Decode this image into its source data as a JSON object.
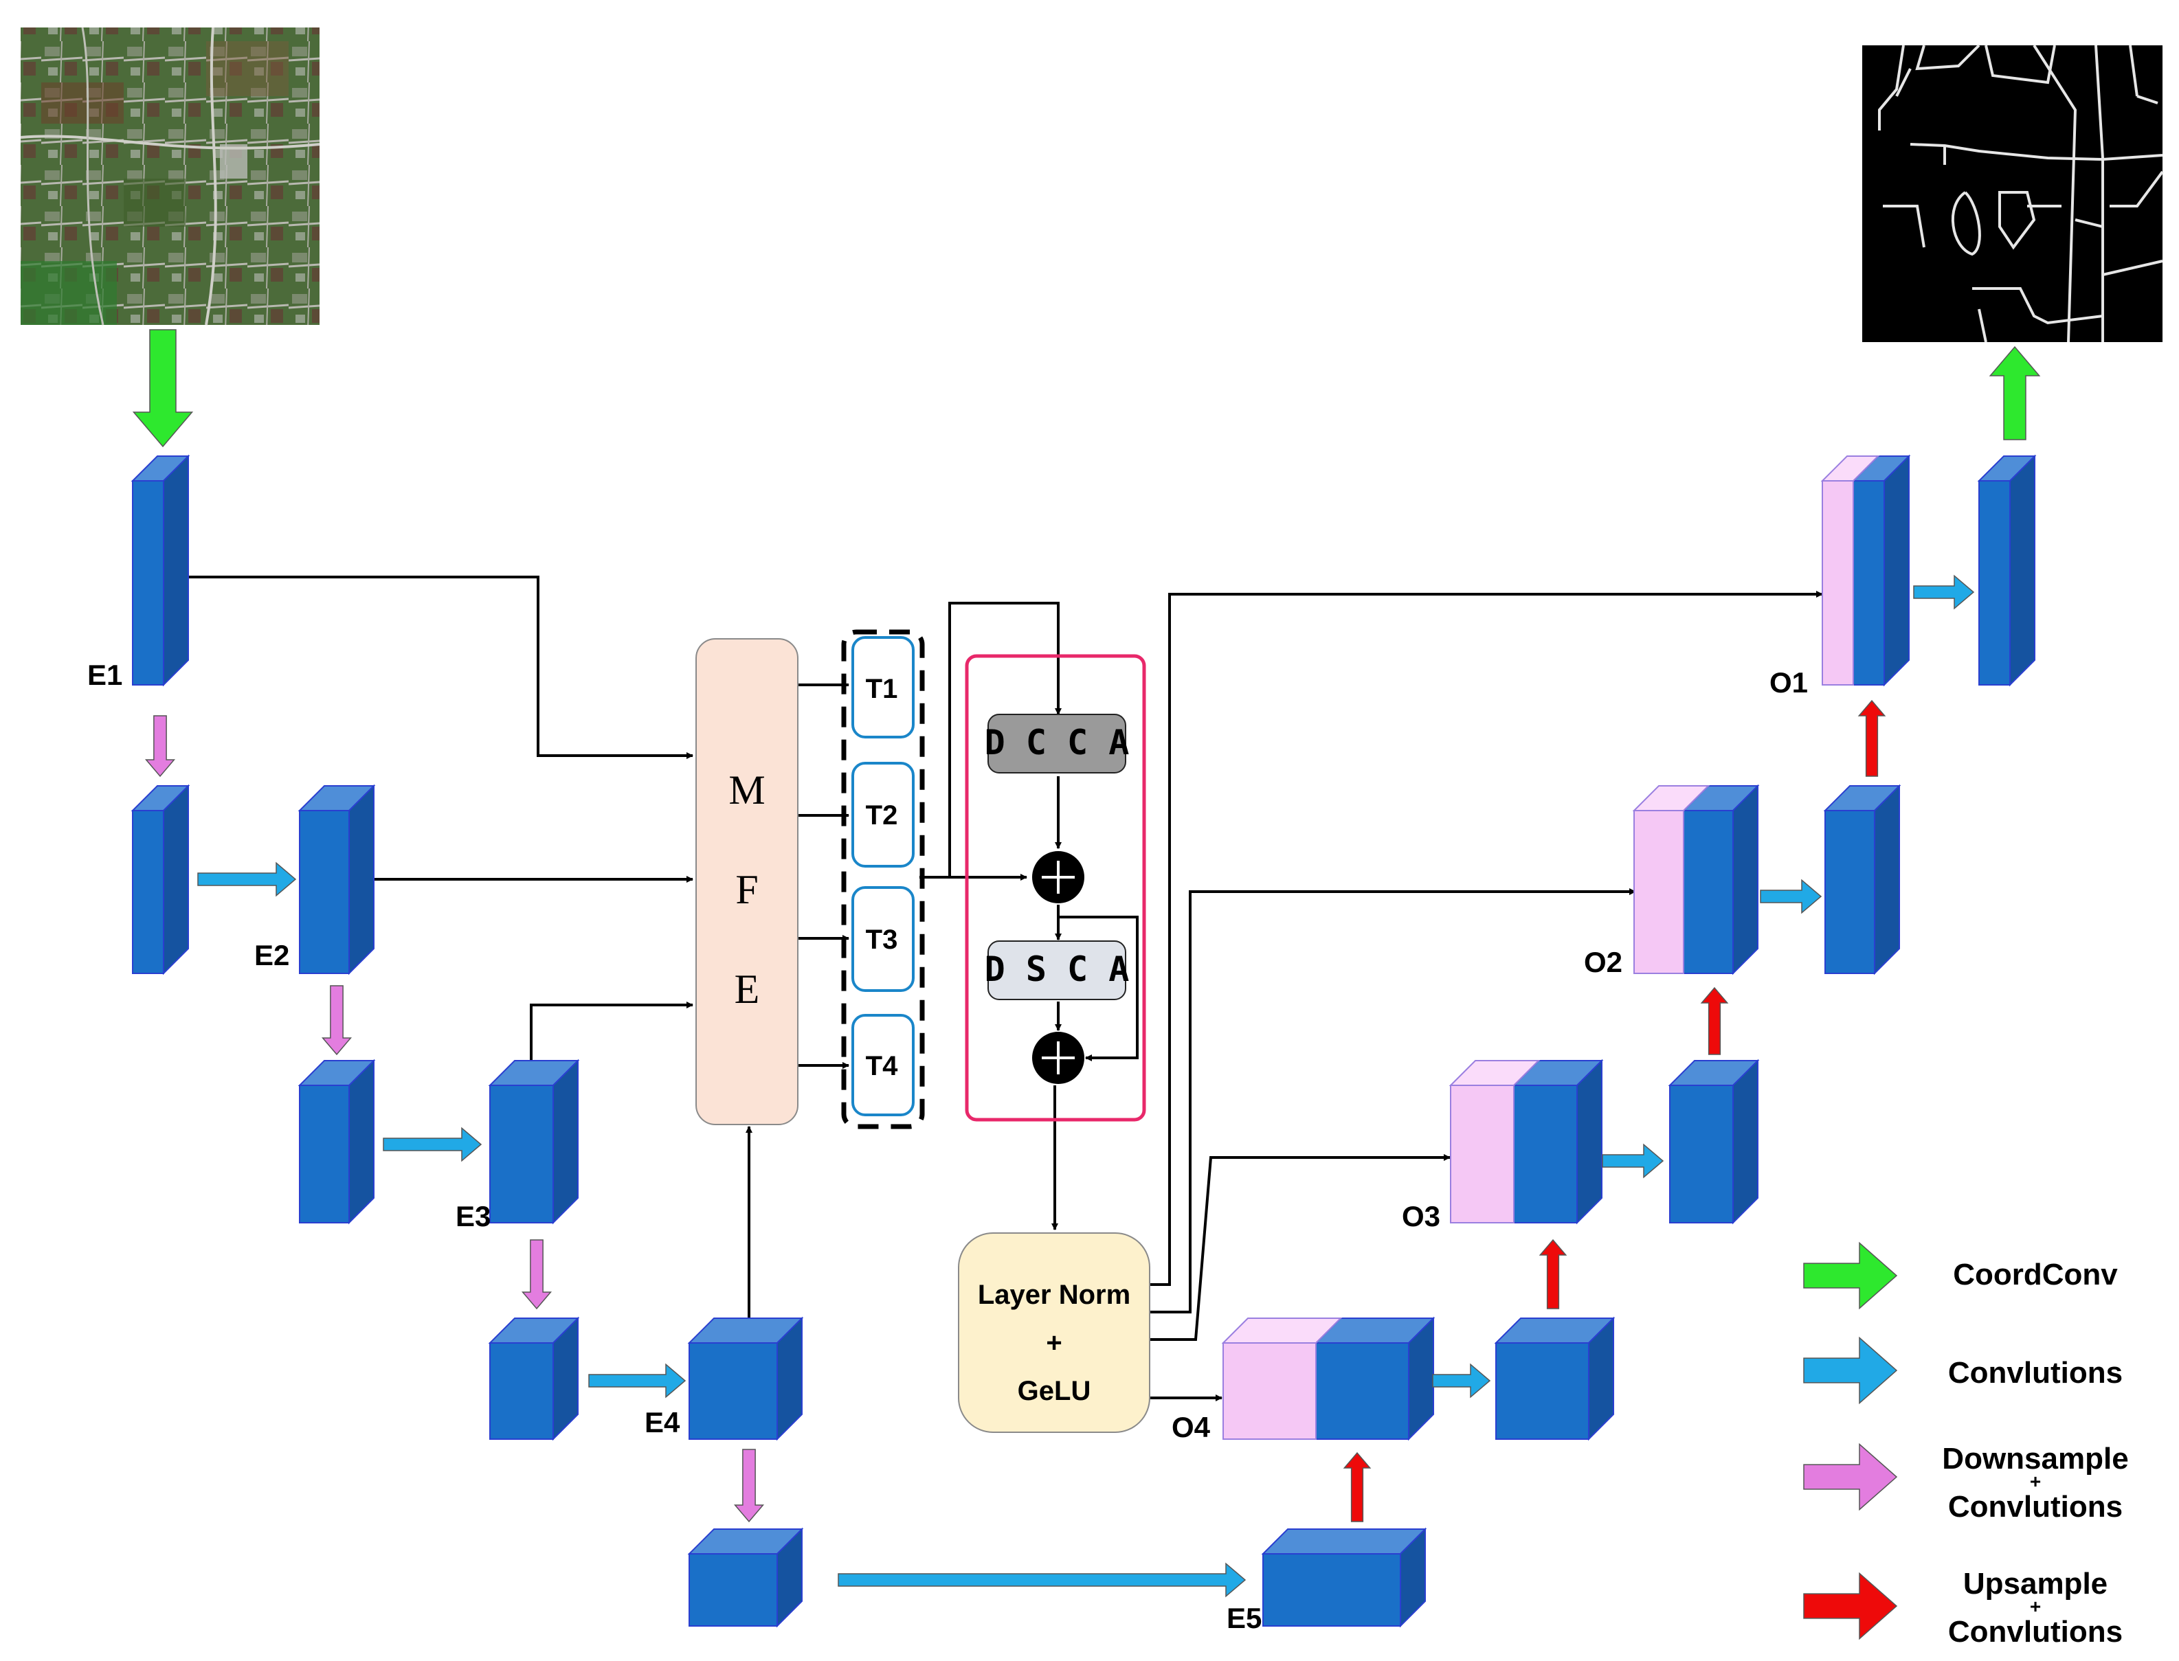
{
  "encoder_labels": {
    "e1": "E1",
    "e2": "E2",
    "e3": "E3",
    "e4": "E4",
    "e5": "E5"
  },
  "decoder_labels": {
    "o1": "O1",
    "o2": "O2",
    "o3": "O3",
    "o4": "O4"
  },
  "mfe": {
    "line1": "M",
    "line2": "F",
    "line3": "E"
  },
  "tokens": [
    "T1",
    "T2",
    "T3",
    "T4"
  ],
  "attention": {
    "dcca": "D C C A",
    "dsca": "D S C A"
  },
  "norm_block": {
    "line1": "Layer Norm",
    "line2": "+",
    "line3": "GeLU"
  },
  "legend": {
    "coordconv": "CoordConv",
    "convolutions": "Convlutions",
    "downsample_line1": "Downsample",
    "downsample_plus": "+",
    "downsample_line2": "Convlutions",
    "upsample_line1": "Upsample",
    "upsample_plus": "+",
    "upsample_line2": "Convlutions"
  },
  "colors": {
    "block_front": "#1a70c8",
    "block_side": "#1553a0",
    "block_top": "#4f8ed8",
    "concat_pink": "#f5c8f5",
    "arrow_green": "#2ee82e",
    "arrow_cyan": "#21a9e6",
    "arrow_pink": "#e37ddf",
    "arrow_red": "#ee0a0a",
    "mfe_fill": "#fbe3d6",
    "norm_fill": "#fdf1cc",
    "dcca_fill": "#9a9a9a",
    "dsca_fill": "#dfe3ea",
    "attention_border": "#e8286a",
    "token_border": "#1a86c9"
  },
  "icons": [
    "satellite-image",
    "road-mask-image",
    "plus-circle-icon"
  ]
}
